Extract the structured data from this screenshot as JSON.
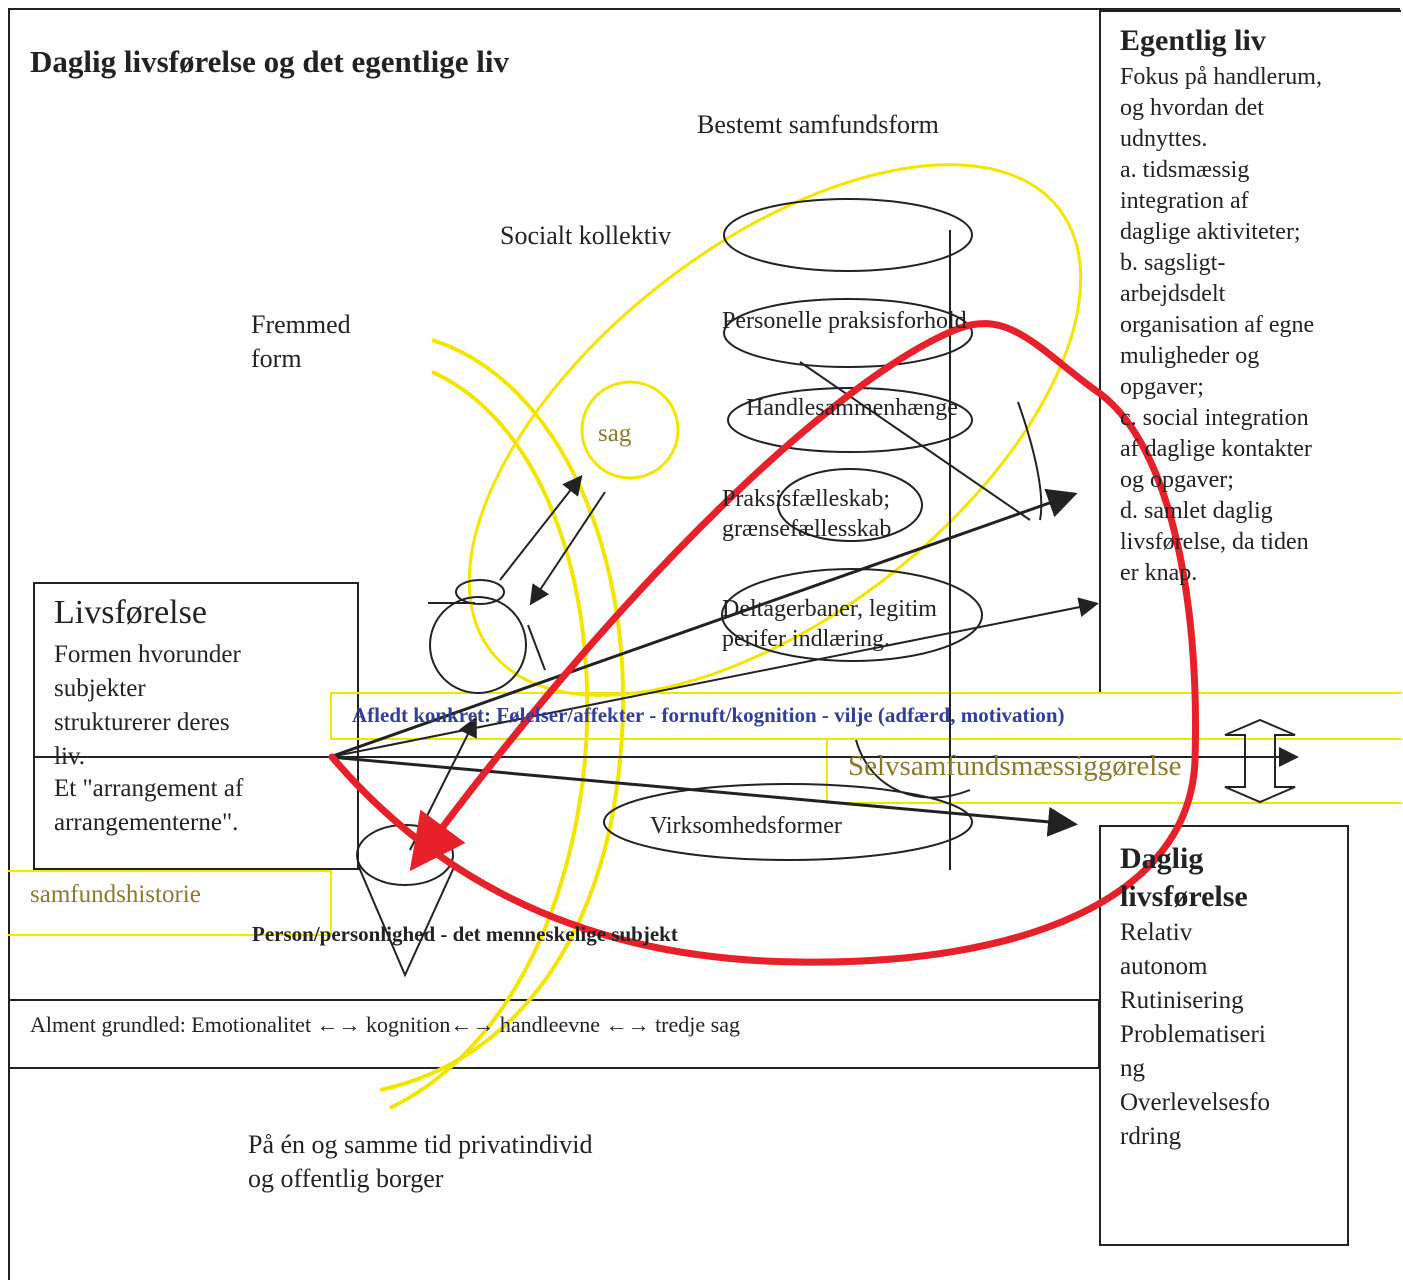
{
  "title": "Daglig livsførelse og det egentlige liv",
  "labels": {
    "bestemt": "Bestemt samfundsform",
    "socialt": "Socialt kollektiv",
    "fremmed": "Fremmed\nform",
    "personelle": "Personelle praksisforhold",
    "handle": "Handlesammenhænge",
    "praksis": "Praksisfælleskab;\ngrænsefællesskab",
    "deltager": "Deltagerbaner, legitim\nperifer indlæring.",
    "virksomhed": "Virksomhedsformer",
    "sag": "sag",
    "afledt": "Afledt konkret: Følelser/affekter - fornuft/kognition - vilje (adfærd, motivation)",
    "selv": "Selvsamfundsmæssiggørelse",
    "person": "Person/personlighed - det menneskelige subjekt",
    "samfundshistorie": "samfundshistorie",
    "alment": "Alment grundled: Emotionalitet ←→ kognition←→ handleevne ←→ tredje sag",
    "privat": "På én og samme tid privatindivid\nog offentlig borger"
  },
  "livsforelse": {
    "heading": "Livsførelse",
    "body": "Formen hvorunder\nsubjekter\nstrukturerer deres\nliv.",
    "extra": "Et \"arrangement af\narrangementerne\"."
  },
  "egentlig": {
    "heading": "Egentlig liv",
    "body": "Fokus på handlerum,\nog hvordan det\nudnyttes.\na. tidsmæssig\nintegration af\ndaglige aktiviteter;\nb. sagsligt-\narbejdsdelt\norganisation af egne\nmuligheder og\nopgaver;\nc. social integration\naf daglige kontakter\nog opgaver;\nd. samlet daglig\nlivsførelse, da tiden\ner knap."
  },
  "daglig": {
    "heading": "Daglig\nlivsførelse",
    "body": "Relativ\nautonom\nRutinisering\nProblematiseri\nng\nOverlevelsesfo\nrdring"
  },
  "colors": {
    "red": "#e8202a",
    "yellow": "#f2e600",
    "black": "#222222",
    "blue": "#2f3f9a",
    "olive": "#8a7a2a"
  }
}
